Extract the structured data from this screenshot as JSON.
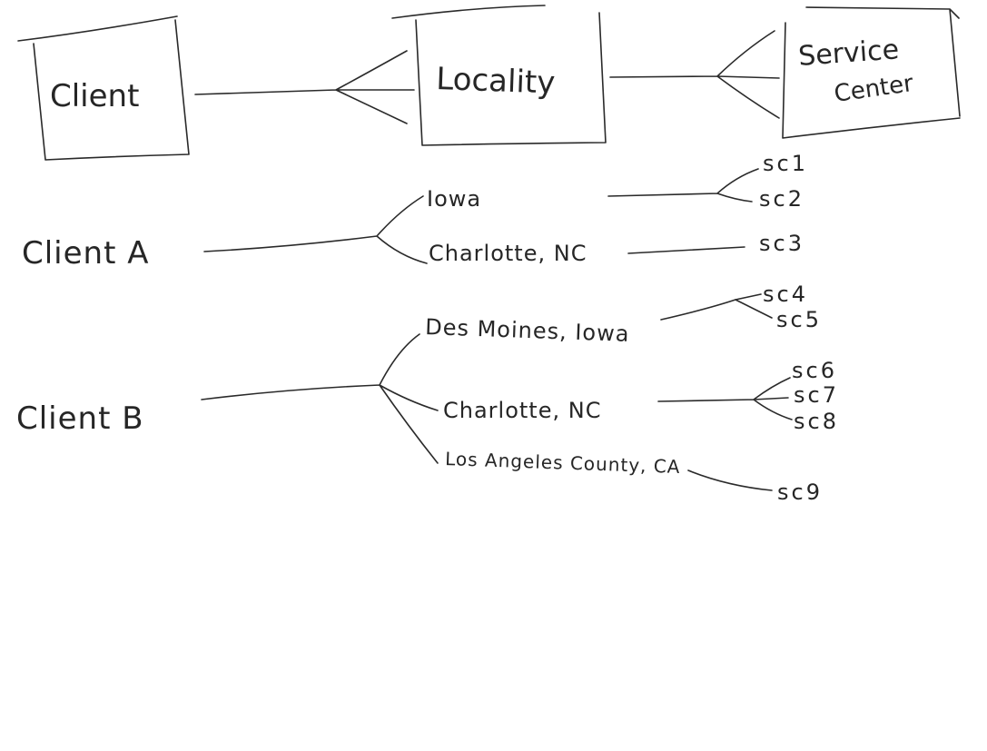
{
  "entities": {
    "client": "Client",
    "locality": "Locality",
    "service_center_line1": "Service",
    "service_center_line2": "Center"
  },
  "clients": [
    {
      "name": "Client A",
      "localities": [
        {
          "name": "Iowa",
          "service_centers": [
            "sc1",
            "sc2"
          ]
        },
        {
          "name": "Charlotte, NC",
          "service_centers": [
            "sc3"
          ]
        }
      ]
    },
    {
      "name": "Client B",
      "localities": [
        {
          "name": "Des Moines, Iowa",
          "service_centers": [
            "sc4",
            "sc5"
          ]
        },
        {
          "name": "Charlotte, NC",
          "service_centers": [
            "sc6",
            "sc7",
            "sc8"
          ]
        },
        {
          "name": "Los Angeles County, CA",
          "service_centers": [
            "sc9"
          ]
        }
      ]
    }
  ]
}
